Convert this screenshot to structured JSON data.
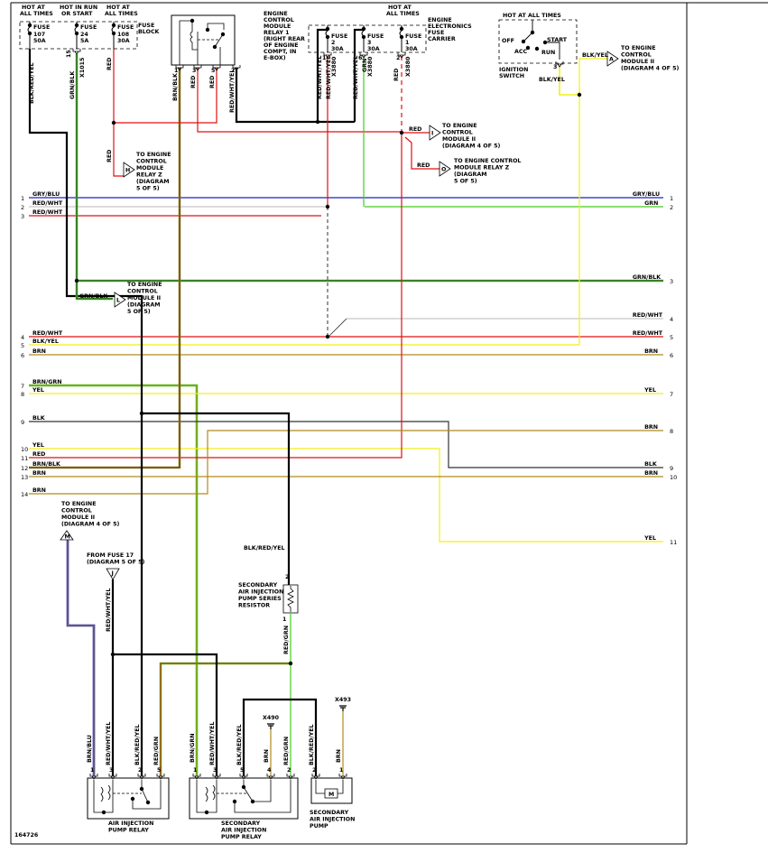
{
  "diagram_id": "164726",
  "colors": {
    "black": "#000000",
    "red": "#e01010",
    "green": "#44cc22",
    "yellow": "#f2ef1a",
    "brown": "#b08a1c",
    "blue": "#1a22c8",
    "gray": "#c8c8c8",
    "darkgray": "#333333"
  },
  "top": {
    "fuse_block": {
      "label": "FUSE BLOCK",
      "hot_labels": [
        "HOT AT ALL TIMES",
        "HOT IN RUN OR START",
        "HOT AT ALL TIMES"
      ],
      "fuses": [
        {
          "name": "FUSE",
          "num": "107",
          "amp": "50A"
        },
        {
          "name": "FUSE",
          "num": "24",
          "amp": "5A"
        },
        {
          "name": "FUSE",
          "num": "108",
          "amp": "30A"
        }
      ],
      "pin_labels": [
        "15",
        "X1015"
      ]
    },
    "ecm_relay1": {
      "label_lines": [
        "ENGINE",
        "CONTROL",
        "MODULE",
        "RELAY 1",
        "(RIGHT REAR",
        "OF ENGINE",
        "COMPT, IN",
        "E-BOX)"
      ],
      "pins": [
        "1",
        "3",
        "5",
        "2"
      ]
    },
    "fuse_carrier": {
      "hot": "HOT AT ALL TIMES",
      "label_lines": [
        "ENGINE",
        "ELECTRONICS",
        "FUSE",
        "CARRIER"
      ],
      "fuses": [
        {
          "name": "FUSE",
          "num": "2",
          "amp": "30A",
          "pin": "1",
          "conn": "X3880"
        },
        {
          "name": "FUSE",
          "num": "3",
          "amp": "30A",
          "pin": "6",
          "conn": "X3880"
        },
        {
          "name": "FUSE",
          "num": "1",
          "amp": "30A",
          "pin": "2",
          "conn": "X3880"
        }
      ]
    },
    "ignition": {
      "hot": "HOT AT ALL TIMES",
      "positions": [
        "OFF",
        "ACC",
        "RUN",
        "START"
      ],
      "label_lines": [
        "IGNITION",
        "SWITCH"
      ],
      "pin": "3"
    }
  },
  "wire_labels": {
    "blk_red_yel": "BLK/RED/YEL",
    "grn_blk": "GRN/BLK",
    "red": "RED",
    "brn_blk": "BRN/BLK",
    "red_wht_yel": "RED/WHT/YEL",
    "grn": "GRN",
    "blk_yel": "BLK/YEL",
    "red_grn": "RED/GRN",
    "brn_blu": "BRN/BLU",
    "brn_grn": "BRN/GRN",
    "brn": "BRN"
  },
  "connectors": {
    "A": {
      "letter": "A",
      "lines": [
        "TO ENGINE",
        "CONTROL",
        "MODULE II",
        "(DIAGRAM 4 OF 5)"
      ]
    },
    "H": {
      "letter": "H",
      "lines": [
        "TO ENGINE",
        "CONTROL",
        "MODULE",
        "RELAY Z",
        "(DIAGRAM",
        "5 OF 5)"
      ]
    },
    "I": {
      "letter": "I",
      "lines": [
        "TO ENGINE",
        "CONTROL",
        "MODULE II",
        "(DIAGRAM 4 OF 5)"
      ]
    },
    "O": {
      "letter": "O",
      "lines": [
        "TO ENGINE CONTROL",
        "MODULE RELAY Z",
        "(DIAGRAM",
        "5 OF 5)"
      ]
    },
    "L": {
      "letter": "L",
      "lines": [
        "TO ENGINE",
        "CONTROL",
        "MODULE II",
        "(DIAGRAM",
        "5 OF 5)"
      ]
    },
    "M": {
      "letter": "M",
      "lines": [
        "TO ENGINE",
        "CONTROL",
        "MODULE II",
        "(DIAGRAM 4 OF 5)"
      ]
    },
    "J": {
      "letter": "J",
      "lines": [
        "FROM FUSE 17",
        "(DIAGRAM 5 OF 5)"
      ]
    }
  },
  "left_bus": [
    {
      "n": "1",
      "label": "GRY/BLU"
    },
    {
      "n": "2",
      "label": "RED/WHT"
    },
    {
      "n": "3",
      "label": "RED/WHT"
    },
    {
      "n": "4",
      "label": "RED/WHT"
    },
    {
      "n": "5",
      "label": "BLK/YEL"
    },
    {
      "n": "6",
      "label": "BRN"
    },
    {
      "n": "7",
      "label": "BRN/GRN"
    },
    {
      "n": "8",
      "label": "YEL"
    },
    {
      "n": "9",
      "label": "BLK"
    },
    {
      "n": "10",
      "label": "YEL"
    },
    {
      "n": "11",
      "label": "RED"
    },
    {
      "n": "12",
      "label": "BRN/BLK"
    },
    {
      "n": "13",
      "label": "BRN"
    },
    {
      "n": "14",
      "label": "BRN"
    }
  ],
  "right_bus": [
    {
      "n": "1",
      "label": "GRY/BLU"
    },
    {
      "n": "2",
      "label": "GRN"
    },
    {
      "n": "3",
      "label": "GRN/BLK"
    },
    {
      "n": "4",
      "label": "RED/WHT"
    },
    {
      "n": "5",
      "label": "RED/WHT"
    },
    {
      "n": "6",
      "label": "BRN"
    },
    {
      "n": "7",
      "label": "YEL"
    },
    {
      "n": "8",
      "label": "BRN"
    },
    {
      "n": "9",
      "label": "BLK"
    },
    {
      "n": "10",
      "label": "BRN"
    },
    {
      "n": "11",
      "label": "YEL"
    }
  ],
  "bottom": {
    "resistor": {
      "label_lines": [
        "SECONDARY",
        "AIR INJECTION",
        "PUMP SERIES",
        "RESISTOR"
      ],
      "pins": [
        "2",
        "1"
      ]
    },
    "relay1": {
      "label_lines": [
        "AIR INJECTION",
        "PUMP RELAY"
      ],
      "pins": [
        "1",
        "3",
        "2",
        "5"
      ]
    },
    "relay2": {
      "label_lines": [
        "SECONDARY",
        "AIR INJECTION",
        "PUMP RELAY"
      ],
      "pins": [
        "1",
        "3",
        "5",
        "4",
        "2"
      ]
    },
    "pump": {
      "label_lines": [
        "SECONDARY",
        "AIR INJECTION",
        "PUMP"
      ],
      "pins": [
        "2",
        "1"
      ],
      "motor": "M"
    },
    "grounds": [
      "X490",
      "X493"
    ]
  }
}
